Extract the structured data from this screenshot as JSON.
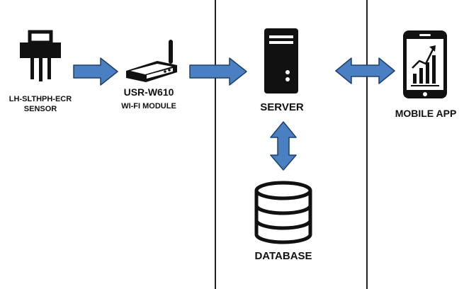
{
  "nodes": {
    "sensor": {
      "line1": "LH-SLTHPH-ECR",
      "line2": "SENSOR",
      "icon": "soil-sensor-icon"
    },
    "wifi_module": {
      "line1": "USR-W610",
      "line2": "WI-FI MODULE",
      "icon": "router-icon"
    },
    "server": {
      "label": "SERVER",
      "icon": "server-tower-icon"
    },
    "mobile_app": {
      "label": "MOBILE APP",
      "icon": "smartphone-chart-icon"
    },
    "database": {
      "label": "DATABASE",
      "icon": "database-cylinder-icon"
    }
  },
  "flows": [
    {
      "from": "sensor",
      "to": "wifi_module",
      "direction": "one-way"
    },
    {
      "from": "wifi_module",
      "to": "server",
      "direction": "one-way"
    },
    {
      "from": "server",
      "to": "mobile_app",
      "direction": "two-way"
    },
    {
      "from": "server",
      "to": "database",
      "direction": "two-way"
    }
  ],
  "colors": {
    "arrow_fill": "#4a7fc1",
    "arrow_stroke": "#1f3f6b",
    "icon": "#111111",
    "divider": "#222222"
  }
}
